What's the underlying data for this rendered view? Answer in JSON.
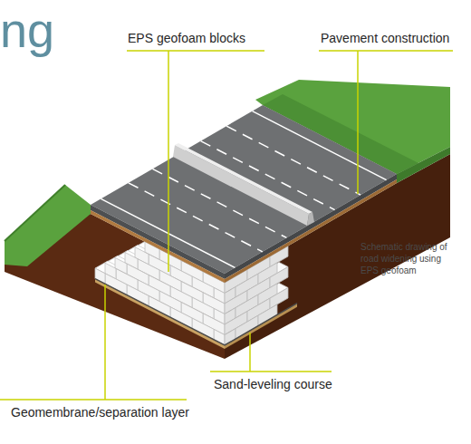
{
  "diagram": {
    "title": "ng",
    "caption": "Schematic drawing of road widening using EPS geofoam",
    "labels": [
      "EPS geofoam blocks",
      "Pavement construction",
      "Sand-leveling course",
      "Geomembrane/separation layer"
    ]
  }
}
